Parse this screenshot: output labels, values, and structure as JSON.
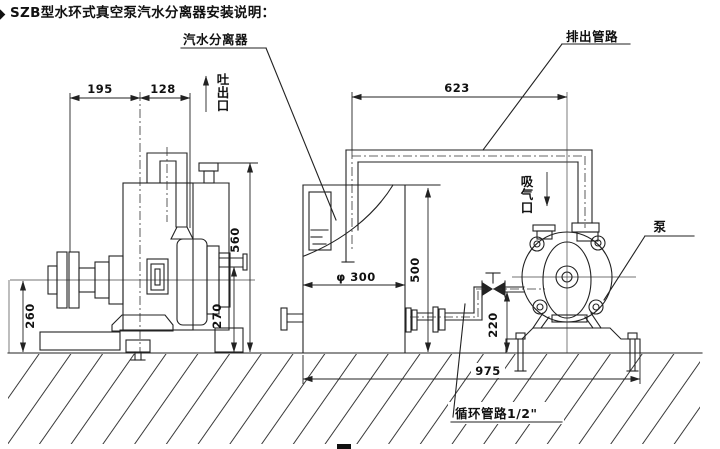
{
  "title": {
    "bullet": "◆",
    "text": "SZB型水环式真空泵汽水分离器安装说明："
  },
  "labels": {
    "separator": "汽水分离器",
    "discharge_pipe": "排出管路",
    "outlet_port": "吐出口",
    "suction_port": "吸气口",
    "pump": "泵",
    "circulation_pipe": "循环管路1/2\""
  },
  "dimensions": {
    "pulley_offset": "195",
    "body_offset": "128",
    "pipe_span": "623",
    "outlet_height": "560",
    "suction_height": "270",
    "shaft_height": "260",
    "tank_height": "500",
    "pipe_height": "220",
    "base_span": "975",
    "tank_diameter": "φ 300"
  },
  "colors": {
    "line": "#222222",
    "background": "#ffffff",
    "text": "#111111"
  }
}
